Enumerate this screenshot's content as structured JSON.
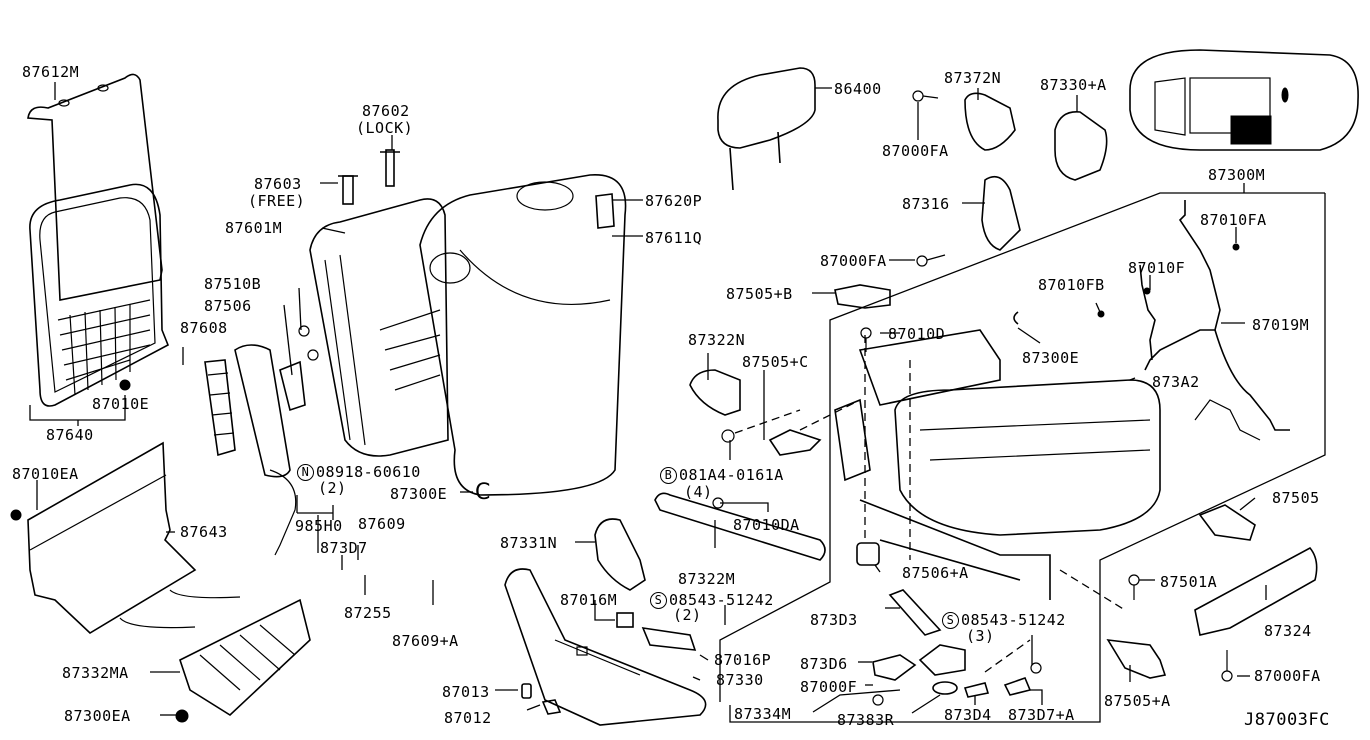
{
  "diagram": {
    "title": "Front Seat Parts Diagram",
    "diagram_code": "J87003FC",
    "colors": {
      "line": "#000000",
      "background": "#ffffff",
      "highlight": "#000000"
    },
    "locator": {
      "description": "Vehicle top-view locator with front seat position highlighted"
    },
    "labels": {
      "p87612M": "87612M",
      "p87602": "87602",
      "p87602_note": "(LOCK)",
      "p87603": "87603",
      "p87603_note": "(FREE)",
      "p87601M": "87601M",
      "p87620P": "87620P",
      "p87611Q": "87611Q",
      "p86400": "86400",
      "p87372N": "87372N",
      "p87000FA_top": "87000FA",
      "p87330A": "87330+A",
      "p87300M": "87300M",
      "p87316": "87316",
      "p87000FA_mid": "87000FA",
      "p87010FA": "87010FA",
      "p87010F": "87010F",
      "p87010FB": "87010FB",
      "p87505B": "87505+B",
      "p87019M": "87019M",
      "p87510B": "87510B",
      "p87506": "87506",
      "p87608": "87608",
      "p87010E": "87010E",
      "p87640": "87640",
      "p87322N": "87322N",
      "p87505C": "87505+C",
      "p87010D": "87010D",
      "p87300E_right": "87300E",
      "p873A2": "873A2",
      "p08918": "08918-60610",
      "p08918_qty": "(2)",
      "p08918_symbol": "N",
      "p87300E_left": "87300E",
      "p081A4": "081A4-0161A",
      "p081A4_qty": "(4)",
      "p081A4_symbol": "B",
      "p87010DA": "87010DA",
      "p87010EA": "87010EA",
      "p87643": "87643",
      "p985H0": "985H0",
      "p87609": "87609",
      "p873D7": "873D7",
      "p87255": "87255",
      "p87609A": "87609+A",
      "p87331N": "87331N",
      "p87322M": "87322M",
      "p87505": "87505",
      "p87506A": "87506+A",
      "p87016M": "87016M",
      "p08543_a": "08543-51242",
      "p08543_a_qty": "(2)",
      "p08543_symbol": "S",
      "p87501A": "87501A",
      "p873D3": "873D3",
      "p08543_b": "08543-51242",
      "p08543_b_qty": "(3)",
      "p87016P": "87016P",
      "p87324": "87324",
      "p873D6": "873D6",
      "p87000F": "87000F",
      "p87330": "87330",
      "p87332MA": "87332MA",
      "p87013": "87013",
      "p87012": "87012",
      "p87300EA": "87300EA",
      "p87334M": "87334M",
      "p87383R": "87383R",
      "p873D4": "873D4",
      "p873D7A": "873D7+A",
      "p87505A": "87505+A",
      "p87000FA_bot": "87000FA"
    }
  }
}
